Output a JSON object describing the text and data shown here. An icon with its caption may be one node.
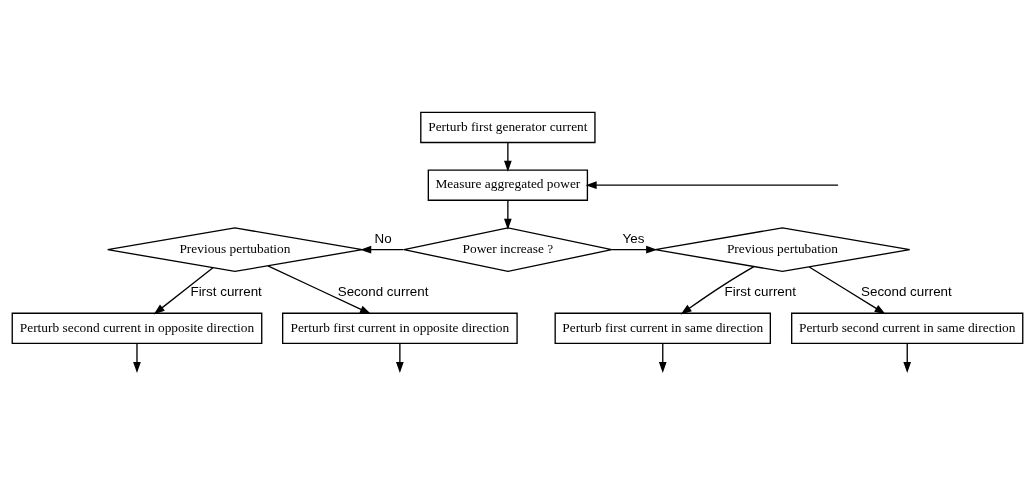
{
  "diagram": {
    "nodes": [
      {
        "text": [
          "Perturb first generator current"
        ]
      },
      {
        "text": [
          "Measure aggregated power"
        ]
      },
      {
        "text": [
          "Power increase ?"
        ]
      },
      {
        "text": [
          "Previous pertubation"
        ]
      },
      {
        "text": [
          "Previous pertubation"
        ]
      },
      {
        "text": [
          "Perturb second current in opposite direction"
        ]
      },
      {
        "text": [
          "Perturb first current in opposite direction"
        ]
      },
      {
        "text": [
          "Perturb first current in same direction"
        ]
      },
      {
        "text": [
          "Perturb second current in same direction"
        ]
      }
    ],
    "edges": [
      {
        "from": 0,
        "to": 1,
        "arrow": "to"
      },
      {
        "from": null,
        "to": 1,
        "arrow": "to"
      },
      {
        "from": 1,
        "to": 2,
        "arrow": "to"
      },
      {
        "from": 2,
        "to": 3,
        "arrow": "to",
        "label": "No"
      },
      {
        "from": 2,
        "to": 4,
        "arrow": "to",
        "label": "Yes"
      },
      {
        "from": 3,
        "to": 5,
        "arrow": "to",
        "label": "First current"
      },
      {
        "from": 3,
        "to": 6,
        "arrow": "to",
        "label": "Second current"
      },
      {
        "from": 4,
        "to": 7,
        "arrow": "to",
        "label": "First current"
      },
      {
        "from": 4,
        "to": 8,
        "arrow": "to",
        "label": "Second current"
      },
      {
        "from": 5,
        "to": null,
        "arrow": "to"
      },
      {
        "from": 6,
        "to": null,
        "arrow": "to"
      },
      {
        "from": 7,
        "to": null,
        "arrow": "to"
      },
      {
        "from": 8,
        "to": null,
        "arrow": "to"
      }
    ]
  }
}
